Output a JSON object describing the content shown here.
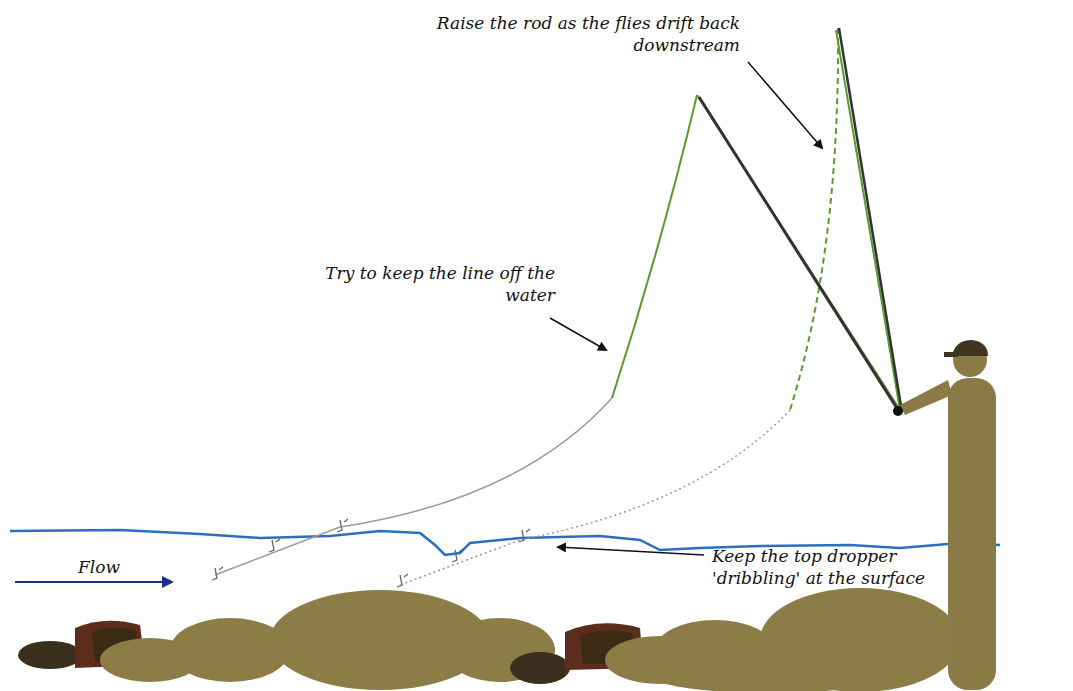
{
  "diagram": {
    "labels": [
      "Raise the rod as the flies drift back downstream",
      "Try to keep the line off the water",
      "Keep the top dropper 'dribbling' at the surface",
      "Flow"
    ]
  }
}
